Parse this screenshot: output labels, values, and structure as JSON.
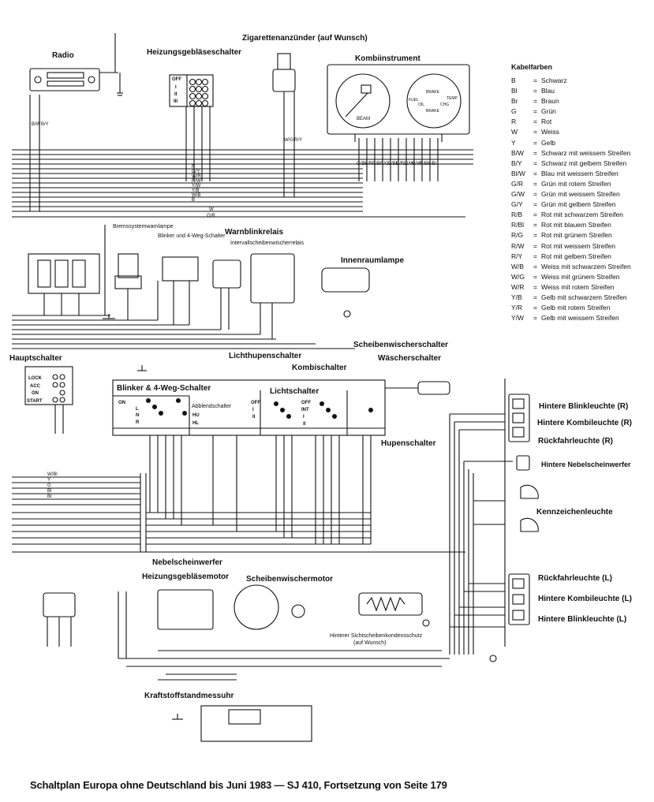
{
  "components": {
    "radio": "Radio",
    "heater_fan_switch": "Heizungsgebläseschalter",
    "cigarette_lighter": "Zigarettenanzünder (auf Wunsch)",
    "instrument_cluster": "Kombiinstrument",
    "brake_warning_lamp": "Bremssystemwarnlampe",
    "blinker_4way_switch": "Blinker und 4-Weg-Schalter",
    "hazard_relay": "Warnblinkrelais",
    "interval_wiper_relay": "Intervallscheibenwischerrelais",
    "interior_lamp": "Innenraumlampe",
    "main_switch": "Hauptschalter",
    "flash_switch": "Lichthupenschalter",
    "combination_switch": "Kombischalter",
    "wiper_switch": "Scheibenwischerschalter",
    "washer_switch": "Wäscherschalter",
    "blinker_4way_block": "Blinker & 4-Weg-Schalter",
    "light_switch": "Lichtschalter",
    "dimmer_switch": "Abblendschalter",
    "horn_switch": "Hupenschalter",
    "rear_blinker_r": "Hintere Blinkleuchte (R)",
    "rear_combo_r": "Hintere Kombileuchte (R)",
    "reverse_r": "Rückfahrleuchte (R)",
    "rear_fog": "Hintere Nebelscheinwerfer",
    "license_lamp": "Kennzeichenleuchte",
    "reverse_l": "Rückfahrleuchte (L)",
    "rear_combo_l": "Hintere Kombileuchte (L)",
    "rear_blinker_l": "Hintere Blinkleuchte (L)",
    "fog_lamp": "Nebelscheinwerfer",
    "heater_motor": "Heizungsgebläsemotor",
    "wiper_motor": "Scheibenwischermotor",
    "rear_defogger": "Hinterer Sichtscheibenkondensschutz",
    "rear_defogger_note": "(auf Wunsch)",
    "fuel_gauge": "Kraftstoffstandmessuhr"
  },
  "switch_positions": {
    "heater": [
      "OFF",
      "I",
      "II",
      "III"
    ],
    "ignition": [
      "LOCK",
      "ACC",
      "ON",
      "START"
    ],
    "blinker": [
      "ON",
      "L",
      "N",
      "R"
    ],
    "dimmer": [
      "HU",
      "HL"
    ],
    "light": [
      "OFF",
      "I",
      "II"
    ],
    "wiper": [
      "OFF",
      "INT",
      "I",
      "II"
    ],
    "gauge_labels": [
      "BEAM",
      "FUEL",
      "OIL",
      "BRAKE",
      "BRAKE",
      "CHG",
      "TEMP"
    ]
  },
  "legend": {
    "title": "Kabelfarben",
    "items": [
      {
        "code": "B",
        "color": "Schwarz"
      },
      {
        "code": "Bl",
        "color": "Blau"
      },
      {
        "code": "Br",
        "color": "Braun"
      },
      {
        "code": "G",
        "color": "Grün"
      },
      {
        "code": "R",
        "color": "Rot"
      },
      {
        "code": "W",
        "color": "Weiss"
      },
      {
        "code": "Y",
        "color": "Gelb"
      },
      {
        "code": "B/W",
        "color": "Schwarz mit weissem Streifen"
      },
      {
        "code": "B/Y",
        "color": "Schwarz mit gelbem Streifen"
      },
      {
        "code": "Bl/W",
        "color": "Blau mit weissem Streifen"
      },
      {
        "code": "G/R",
        "color": "Grün mit rotem Streifen"
      },
      {
        "code": "G/W",
        "color": "Grün mit weissem Streifen"
      },
      {
        "code": "G/Y",
        "color": "Grün mit gelbem Streifen"
      },
      {
        "code": "R/B",
        "color": "Rot mit schwarzem Streifen"
      },
      {
        "code": "R/Bl",
        "color": "Rot mit blauem Streifen"
      },
      {
        "code": "R/G",
        "color": "Rot mit grünem Streifen"
      },
      {
        "code": "R/W",
        "color": "Rot mit weissem Streifen"
      },
      {
        "code": "R/Y",
        "color": "Rot mit gelbem Streifen"
      },
      {
        "code": "W/B",
        "color": "Weiss mit schwarzem Streifen"
      },
      {
        "code": "W/G",
        "color": "Weiss mit grünem Streifen"
      },
      {
        "code": "W/R",
        "color": "Weiss mit rotem Streifen"
      },
      {
        "code": "Y/B",
        "color": "Gelb mit schwarzem Streifen"
      },
      {
        "code": "Y/R",
        "color": "Gelb mit rotem Streifen"
      },
      {
        "code": "Y/W",
        "color": "Gelb mit weissem Streifen"
      }
    ]
  },
  "wire_labels": [
    "R",
    "G/Y",
    "W/R",
    "R/W",
    "Y/W",
    "Y/B",
    "W/B",
    "B",
    "W",
    "G/R",
    "B/W",
    "B/Y",
    "W/G",
    "R/Y",
    "G/Bl",
    "Y/R",
    "R/B",
    "R/G",
    "B/Bl",
    "B/R",
    "Bl/W",
    "G/W",
    "R/Bl",
    "Y/Bl",
    "W/Bl",
    "Y",
    "G",
    "Bl",
    "Br"
  ],
  "caption": "Schaltplan Europa ohne Deutschland bis Juni 1983 — SJ 410, Fortsetzung von Seite 179",
  "colors": {
    "ink": "#111111",
    "paper": "#ffffff"
  }
}
